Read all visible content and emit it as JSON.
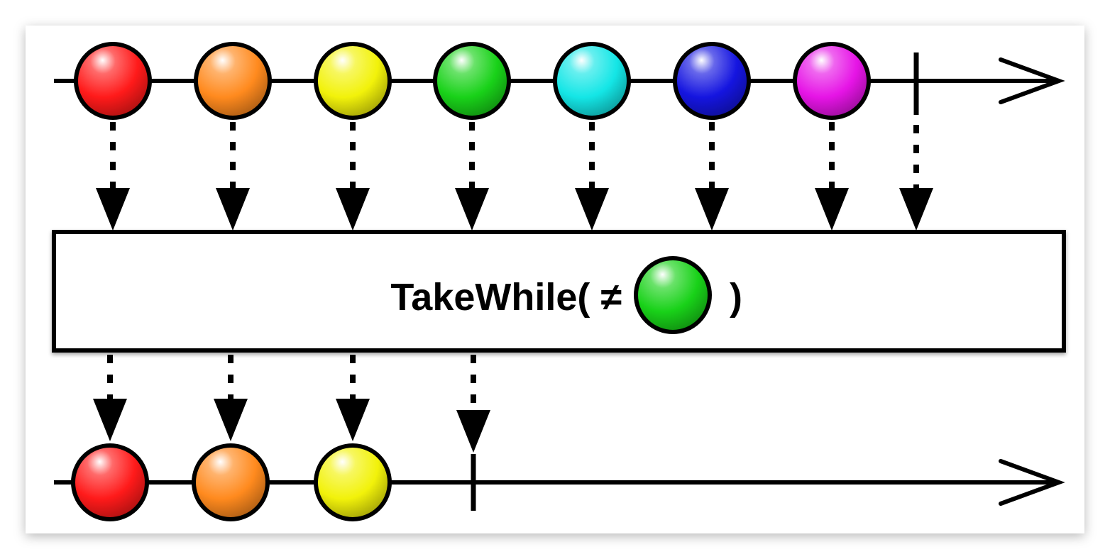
{
  "operator": {
    "text_before": "TakeWhile( ≠",
    "text_after": ")",
    "predicate_color": "green"
  },
  "source_stream": {
    "marbles": [
      {
        "color": "red"
      },
      {
        "color": "orange"
      },
      {
        "color": "yellow"
      },
      {
        "color": "green"
      },
      {
        "color": "cyan"
      },
      {
        "color": "blue"
      },
      {
        "color": "magenta"
      }
    ],
    "completes": true
  },
  "result_stream": {
    "marbles": [
      {
        "color": "red"
      },
      {
        "color": "orange"
      },
      {
        "color": "yellow"
      }
    ],
    "completes": true
  },
  "colors": {
    "red": "#ff1a1a",
    "orange": "#ff8a1e",
    "yellow": "#f2f20a",
    "green": "#19d219",
    "cyan": "#14e6e6",
    "blue": "#1515e0",
    "magenta": "#e614e6",
    "line": "#000000",
    "panel": "#ffffff",
    "page_bg": "#ffffff"
  }
}
